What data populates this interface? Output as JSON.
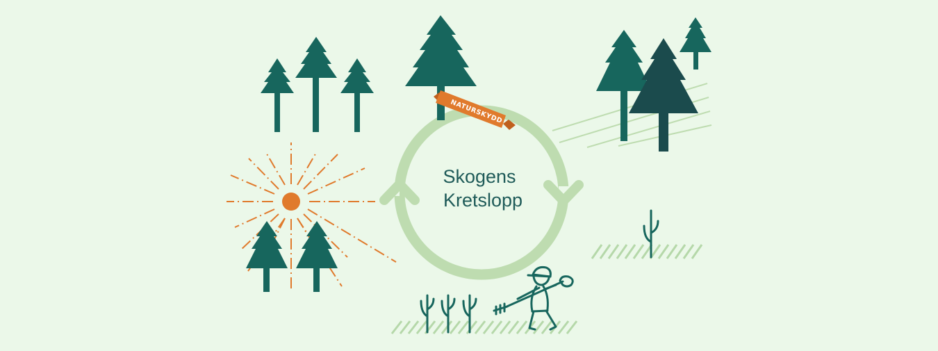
{
  "diagram": {
    "title_line1": "Skogens",
    "title_line2": "Kretslopp",
    "banner_label": "NATURSKYDD"
  },
  "colors": {
    "background": "#ebf8e9",
    "tree": "#17665d",
    "tree_dark": "#1b4b4d",
    "cycle_ring": "#bedcb0",
    "sun": "#e07a2c",
    "banner": "#e07a2c",
    "ground_hatch": "#b5d8a9",
    "title_text": "#1e5a58"
  }
}
